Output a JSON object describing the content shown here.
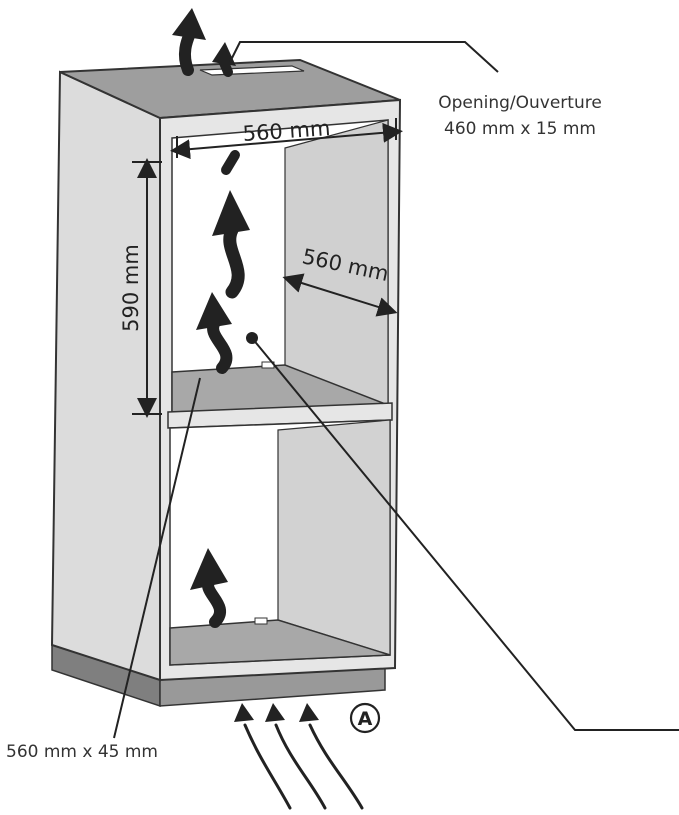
{
  "labels": {
    "opening_line1": "Opening/Ouverture",
    "opening_line2": "460 mm x 15 mm",
    "width_top": "560 mm",
    "height_side": "590 mm",
    "depth": "560 mm",
    "bottom_vent": "560 mm x 45 mm",
    "marker_a": "A"
  },
  "colors": {
    "panel_light": "#dcdcdc",
    "panel_mid": "#c2c2c2",
    "panel_dark": "#9a9a9a",
    "plinth": "#8f8f8f",
    "outline": "#333333",
    "arrow": "#222222"
  }
}
